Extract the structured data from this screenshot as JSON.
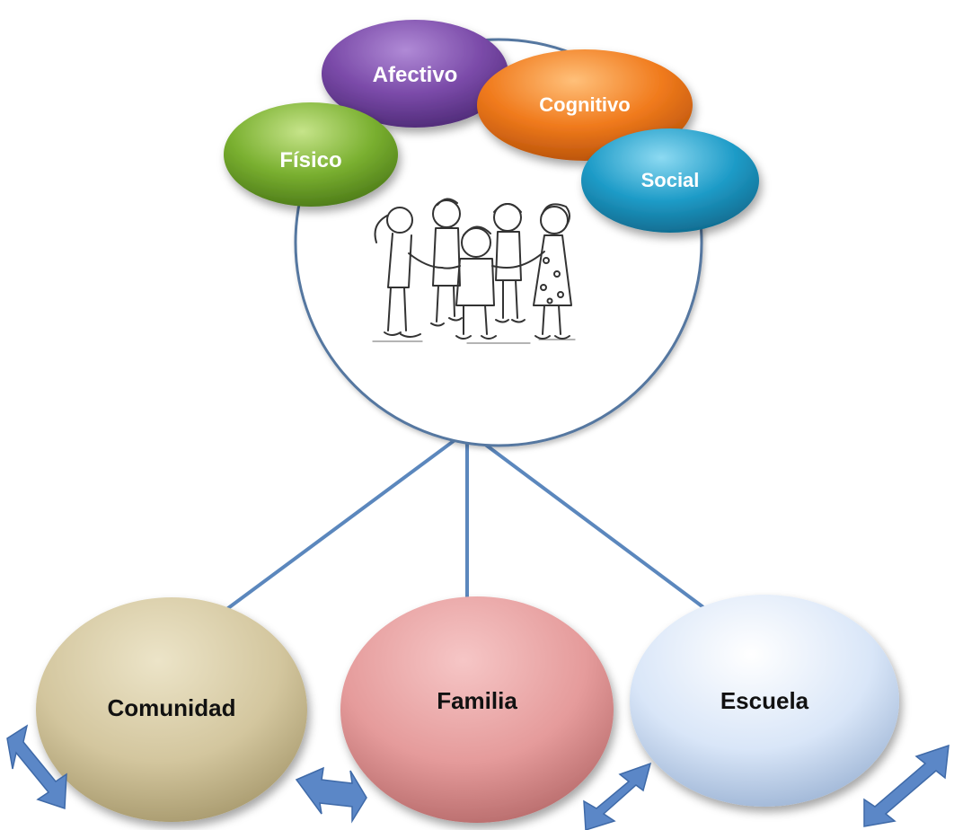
{
  "aspects": [
    {
      "label": "Afectivo",
      "color": "#7a4aa8"
    },
    {
      "label": "Cognitivo",
      "color": "#f07a1c"
    },
    {
      "label": "Físico",
      "color": "#7ab030"
    },
    {
      "label": "Social",
      "color": "#1f9cc8"
    }
  ],
  "contexts": [
    {
      "label": "Comunidad",
      "color": "#d3c69e"
    },
    {
      "label": "Familia",
      "color": "#e59b9b"
    },
    {
      "label": "Escuela",
      "color": "#d9e6f8"
    }
  ],
  "center": {
    "image": "children-holding-hands-circle",
    "outline_color": "#5577a0"
  },
  "connector_color": "#5b87bd",
  "arrow_color": "#5b87c7"
}
